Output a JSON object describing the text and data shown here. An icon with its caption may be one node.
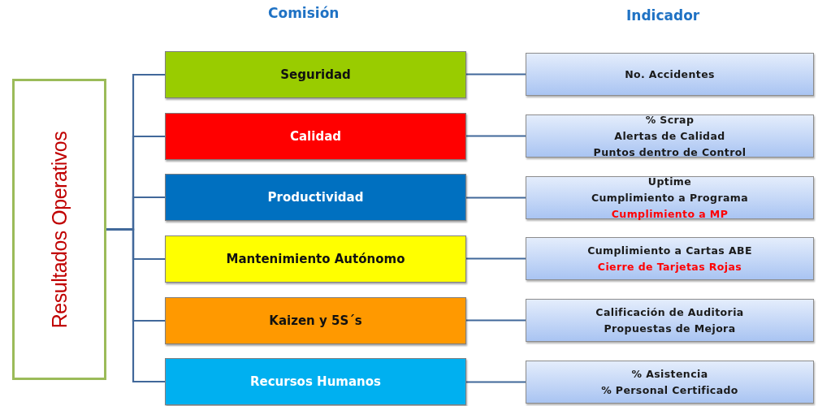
{
  "diagram": {
    "nodes": [
      {
        "text": [
          "Resultados Operativos"
        ]
      },
      {
        "text": [
          "Seguridad"
        ]
      },
      {
        "text": [
          "Calidad"
        ]
      },
      {
        "text": [
          "Productividad"
        ]
      },
      {
        "text": [
          "Mantenimiento Autónomo"
        ]
      },
      {
        "text": [
          "Kaizen y 5S´s"
        ]
      },
      {
        "text": [
          "Recursos Humanos"
        ]
      },
      {
        "text": [
          "No. Accidentes"
        ]
      },
      {
        "text": [
          "% Scrap",
          "Alertas de Calidad",
          "Puntos dentro de Control"
        ]
      },
      {
        "text": [
          "Uptime",
          "Cumplimiento a Programa",
          "Cumplimiento a MP"
        ]
      },
      {
        "text": [
          "Cumplimiento a  Cartas ABE",
          "Cierre de Tarjetas Rojas"
        ]
      },
      {
        "text": [
          "Calificación de Auditoria",
          "Propuestas de Mejora"
        ]
      },
      {
        "text": [
          "% Asistencia",
          "% Personal Certificado"
        ]
      }
    ],
    "edges": [
      {
        "from": 0,
        "to": 1,
        "arrow": "none"
      },
      {
        "from": 0,
        "to": 2,
        "arrow": "none"
      },
      {
        "from": 0,
        "to": 3,
        "arrow": "none"
      },
      {
        "from": 0,
        "to": 4,
        "arrow": "none"
      },
      {
        "from": 0,
        "to": 5,
        "arrow": "none"
      },
      {
        "from": 0,
        "to": 6,
        "arrow": "none"
      },
      {
        "from": 1,
        "to": 7,
        "arrow": "none"
      },
      {
        "from": 2,
        "to": 8,
        "arrow": "none"
      },
      {
        "from": 3,
        "to": 9,
        "arrow": "none"
      },
      {
        "from": 4,
        "to": 10,
        "arrow": "none"
      },
      {
        "from": 5,
        "to": 11,
        "arrow": "none"
      },
      {
        "from": 6,
        "to": 12,
        "arrow": "none"
      }
    ],
    "labels": [
      "Comisión",
      "Indicador"
    ]
  }
}
